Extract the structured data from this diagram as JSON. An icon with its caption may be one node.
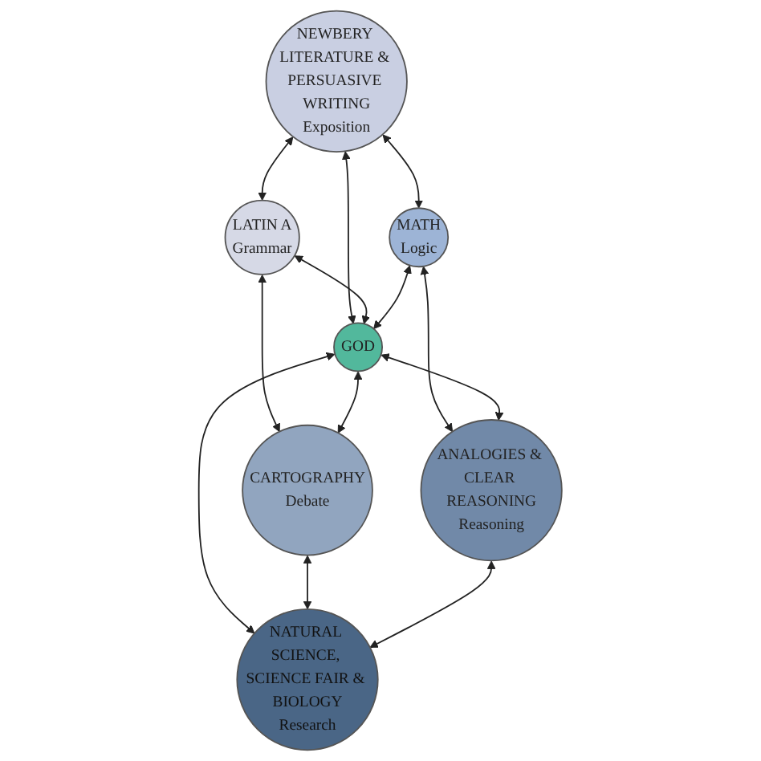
{
  "diagram": {
    "nodes": [
      {
        "text": [
          "NEWBERY LITERATURE & PERSUASIVE WRITING",
          "Exposition"
        ]
      },
      {
        "text": [
          "LATIN A",
          "Grammar"
        ]
      },
      {
        "text": [
          "MATH",
          "Logic"
        ]
      },
      {
        "text": [
          "GOD"
        ]
      },
      {
        "text": [
          "CARTOGRAPHY",
          "Debate"
        ]
      },
      {
        "text": [
          "ANALOGIES & CLEAR REASONING",
          "Reasoning"
        ]
      },
      {
        "text": [
          "NATURAL SCIENCE, SCIENCE FAIR & BIOLOGY",
          "Research"
        ]
      }
    ],
    "edges": [
      {
        "from": 0,
        "to": 1,
        "arrow": "both"
      },
      {
        "from": 0,
        "to": 2,
        "arrow": "both"
      },
      {
        "from": 0,
        "to": 3,
        "arrow": "both"
      },
      {
        "from": 1,
        "to": 3,
        "arrow": "both"
      },
      {
        "from": 1,
        "to": 4,
        "arrow": "both"
      },
      {
        "from": 2,
        "to": 3,
        "arrow": "both"
      },
      {
        "from": 2,
        "to": 5,
        "arrow": "both"
      },
      {
        "from": 3,
        "to": 4,
        "arrow": "both"
      },
      {
        "from": 3,
        "to": 5,
        "arrow": "both"
      },
      {
        "from": 3,
        "to": 6,
        "arrow": "both"
      },
      {
        "from": 4,
        "to": 6,
        "arrow": "both"
      },
      {
        "from": 5,
        "to": 6,
        "arrow": "both"
      }
    ]
  }
}
